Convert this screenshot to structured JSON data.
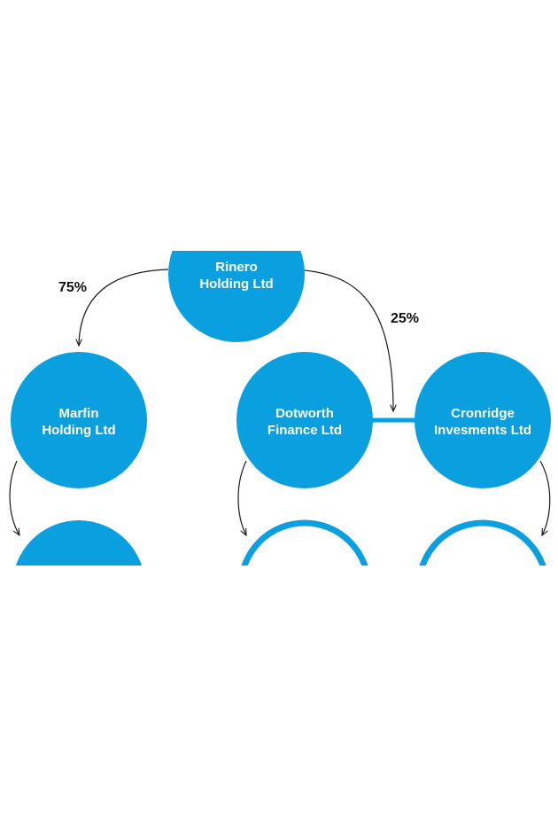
{
  "colors": {
    "node_fill": "#0AA0E0",
    "arrow": "#1a1a1a",
    "background": "#ffffff"
  },
  "nodes": {
    "rinero": {
      "line1": "Rinero",
      "line2": "Holding Ltd"
    },
    "marfin": {
      "line1": "Marfin",
      "line2": "Holding Ltd"
    },
    "dotworth": {
      "line1": "Dotworth",
      "line2": "Finance Ltd"
    },
    "cronridge": {
      "line1": "Cronridge",
      "line2": "Invesments Ltd"
    }
  },
  "edges": {
    "rinero_to_marfin": {
      "label": "75%"
    },
    "rinero_to_dotworth": {
      "label": "25%"
    }
  }
}
